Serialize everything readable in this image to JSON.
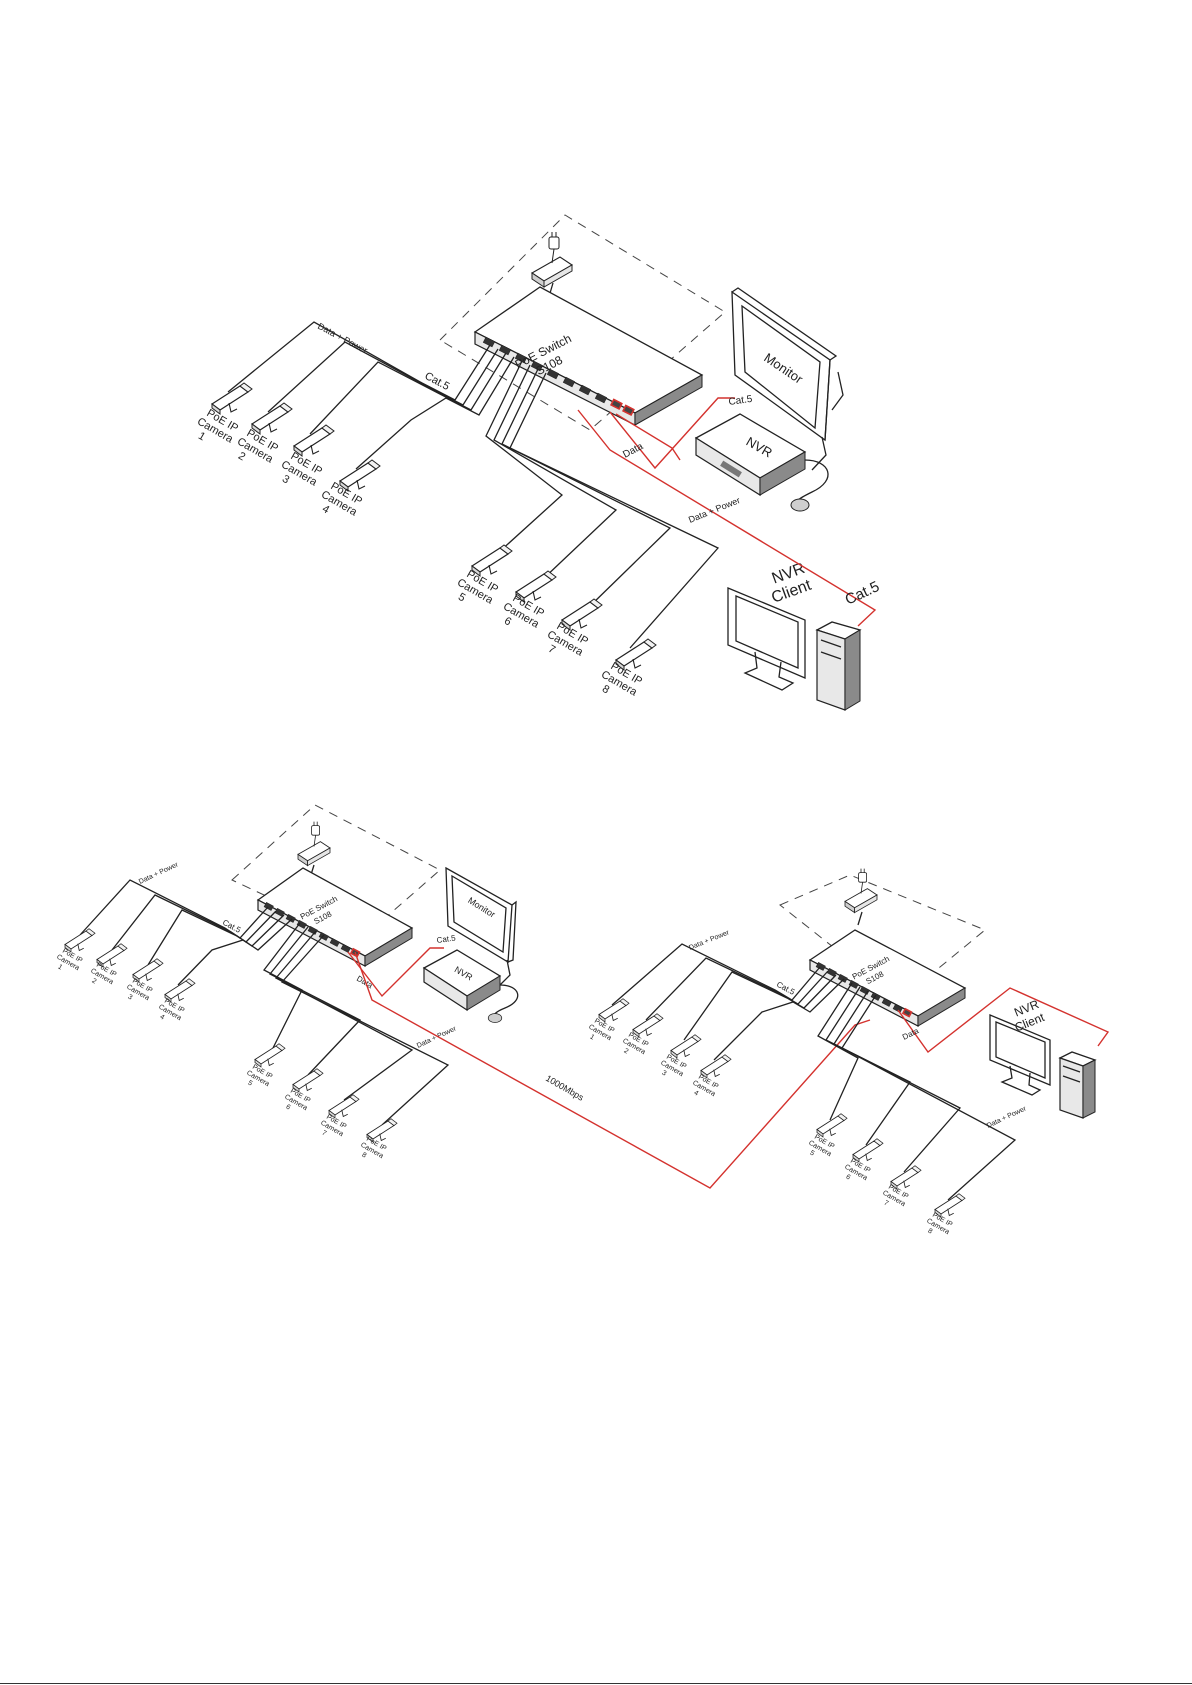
{
  "colors": {
    "data_line": "#d4322e",
    "power_line": "#222222"
  },
  "top_diagram": {
    "switch_label": "PoE Switch",
    "switch_model": "S108",
    "monitor_label": "Monitor",
    "nvr_label": "NVR",
    "client_label_1": "NVR",
    "client_label_2": "Client",
    "cable_data_power_1": "Data + Power",
    "cable_data_power_2": "Data + Power",
    "cable_cat5_1": "Cat.5",
    "cable_cat5_2": "Cat.5",
    "cable_cat5_3": "Cat.5",
    "cable_data": "Data",
    "camera_line1": "PoE IP",
    "camera_line2": "Camera",
    "camera_numbers": [
      "1",
      "2",
      "3",
      "4",
      "5",
      "6",
      "7",
      "8"
    ]
  },
  "bottom_left": {
    "switch_label": "PoE Switch",
    "switch_model": "S108",
    "monitor_label": "Monitor",
    "nvr_label": "NVR",
    "cable_data_power_1": "Data + Power",
    "cable_data_power_2": "Data + Power",
    "cable_cat5_1": "Cat.5",
    "cable_cat5_2": "Cat.5",
    "cable_data": "Data",
    "camera_line1": "PoE IP",
    "camera_line2": "Camera",
    "camera_numbers": [
      "1",
      "2",
      "3",
      "4",
      "5",
      "6",
      "7",
      "8"
    ]
  },
  "bottom_link": "1000Mbps",
  "bottom_right": {
    "switch_label": "PoE Switch",
    "switch_model": "S108",
    "client_label_1": "NVR",
    "client_label_2": "Client",
    "cable_data_power_1": "Data + Power",
    "cable_data_power_2": "Data + Power",
    "cable_cat5": "Cat.5",
    "cable_data": "Data",
    "camera_line1": "PoE IP",
    "camera_line2": "Camera",
    "camera_numbers": [
      "1",
      "2",
      "3",
      "4",
      "5",
      "6",
      "7",
      "8"
    ]
  }
}
